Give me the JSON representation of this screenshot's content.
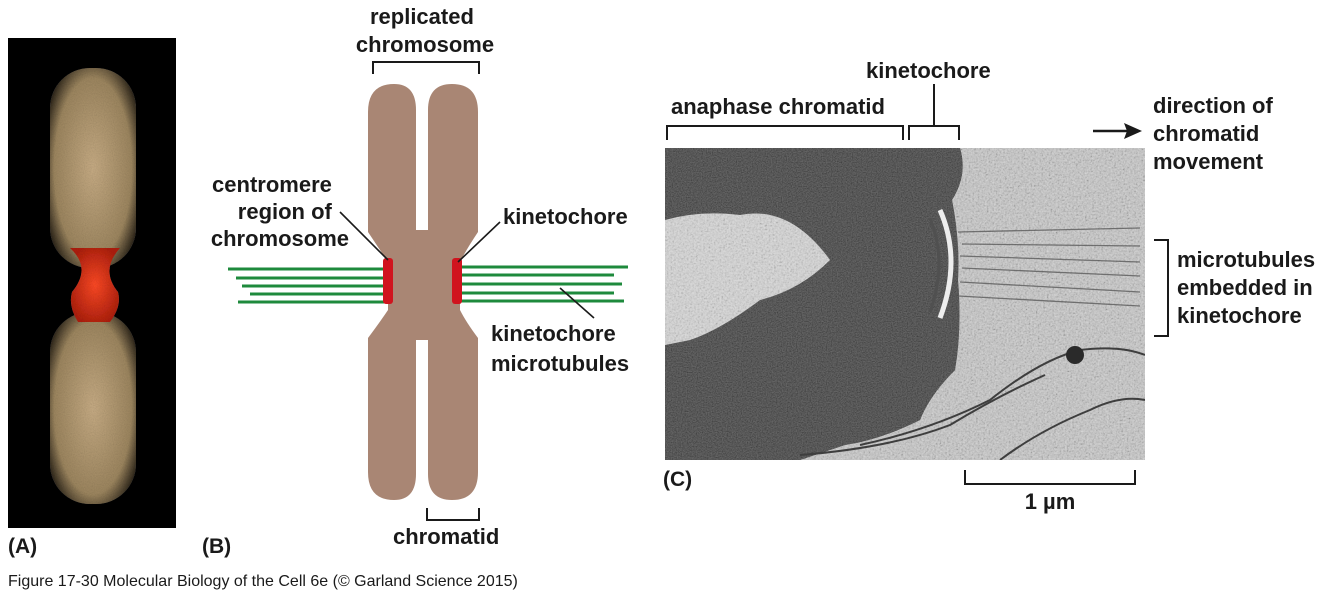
{
  "panels": {
    "a": {
      "label": "(A)"
    },
    "b": {
      "label": "(B)",
      "replicated_chromosome": [
        "replicated",
        "chromosome"
      ],
      "centromere": [
        "centromere",
        "region of",
        "chromosome"
      ],
      "kinetochore": "kinetochore",
      "kinetochore_microtubules": [
        "kinetochore",
        "microtubules"
      ],
      "chromatid": "chromatid"
    },
    "c": {
      "label": "(C)",
      "kinetochore": "kinetochore",
      "anaphase_chromatid": "anaphase chromatid",
      "direction": [
        "direction of",
        "chromatid",
        "movement"
      ],
      "microtubules_embedded": [
        "microtubules",
        "embedded in",
        "kinetochore"
      ],
      "scale_bar": "1 µm"
    }
  },
  "caption": "Figure 17-30  Molecular Biology of the Cell 6e (© Garland Science 2015)",
  "colors": {
    "chromosome": "#a98674",
    "kinetochore_red": "#d0141e",
    "microtubule_green": "#1e8a3c",
    "micrograph_bg": "#000000",
    "chromatin_gold": "#c8ad85",
    "centromere_stain": "#e83818"
  }
}
